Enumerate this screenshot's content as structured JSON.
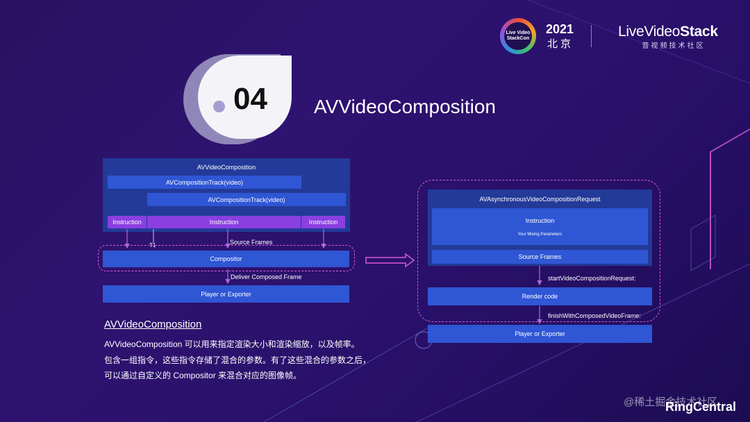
{
  "header": {
    "badge_line1": "Live Video",
    "badge_line2": "StackCon",
    "year": "2021",
    "city": "北京",
    "brand_prefix": "LiveVideo",
    "brand_bold": "Stack",
    "brand_sub": "音视频技术社区"
  },
  "section": {
    "number": "04",
    "title": "AVVideoComposition"
  },
  "left": {
    "composition_label": "AVVideoComposition",
    "track1": "AVCompositionTrack(video)",
    "track2": "AVCompositionTrack(video)",
    "instruction_left": "Instruction",
    "instruction_mid": "Instruction",
    "instruction_right": "Instruction",
    "t1": "T1",
    "source_frames": "Source Frames",
    "compositor": "Compositor",
    "deliver": "Deliver Composed Frame",
    "player": "Player or Exporter"
  },
  "right": {
    "request": "AVAsynchronousVideoCompositionRequest",
    "instruction": "Instruction",
    "mixing": "Your Mixing Parameters",
    "source_frames": "Source Frames",
    "start": "startVideoCompositionRequest:",
    "render": "Render code",
    "finish": "finishWithComposedVideoFrame:",
    "player": "Player or Exporter"
  },
  "caption": {
    "title": "AVVideoComposition",
    "line1": "AVVideoComposition 可以用来指定渲染大小和渲染缩放，以及帧率。",
    "line2": "包含一组指令，这些指令存储了混合的参数。有了这些混合的参数之后，",
    "line3": "可以通过自定义的 Compositor 来混合对应的图像帧。"
  },
  "footer": {
    "watermark": "@稀土掘金技术社区",
    "logo": "RingCentral"
  },
  "colors": {
    "background": "#2a1260",
    "box_dark": "#2a3fa0",
    "box_blue": "#2f56d4",
    "box_purple": "#8b3fe0",
    "dashed": "#d85bd6"
  }
}
